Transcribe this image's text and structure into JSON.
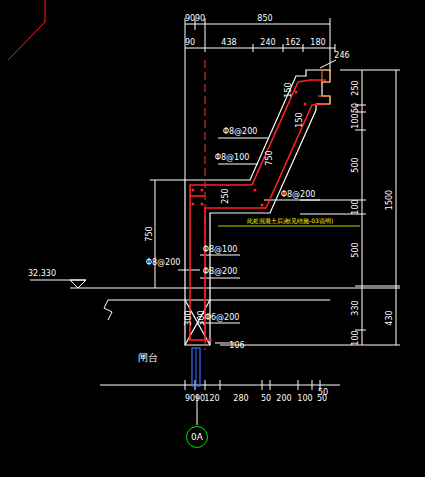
{
  "diagram": {
    "nodes": [
      {
        "text": [
          "0A"
        ]
      }
    ],
    "labels": [
      "90",
      "90",
      "850",
      "90",
      "438",
      "240",
      "162",
      "180",
      "246",
      "250",
      "50",
      "100",
      "500",
      "100",
      "500",
      "330",
      "100",
      "1500",
      "430",
      "150",
      "150",
      "750",
      "250",
      "750",
      "300",
      "300",
      "106",
      "Φ8@200",
      "Φ8@100",
      "Φ8@200",
      "Φ8@100",
      "Φ8@200",
      "Φ8@200",
      "Φ6@200",
      "此处混凝土后浇(见结施-03说明)",
      "32.330",
      "闸台",
      "90",
      "90",
      "120",
      "280",
      "50",
      "200",
      "100",
      "50",
      "50"
    ]
  }
}
